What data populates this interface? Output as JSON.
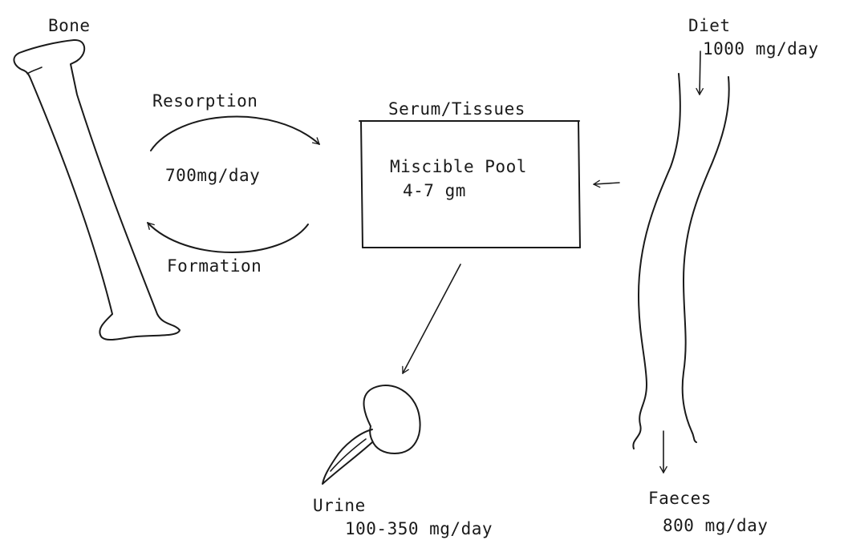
{
  "bone": {
    "label": "Bone"
  },
  "diet": {
    "label": "Diet",
    "amount": "1000 mg/day"
  },
  "exchange": {
    "resorption_label": "Resorption",
    "rate": "700mg/day",
    "formation_label": "Formation"
  },
  "pool": {
    "header": "Serum/Tissues",
    "name": "Miscible Pool",
    "size": "4-7 gm"
  },
  "urine": {
    "label": "Urine",
    "amount": "100-350 mg/day"
  },
  "faeces": {
    "label": "Faeces",
    "amount": "800 mg/day"
  },
  "colors": {
    "ink": "#1a1a1a",
    "background": "#ffffff"
  }
}
